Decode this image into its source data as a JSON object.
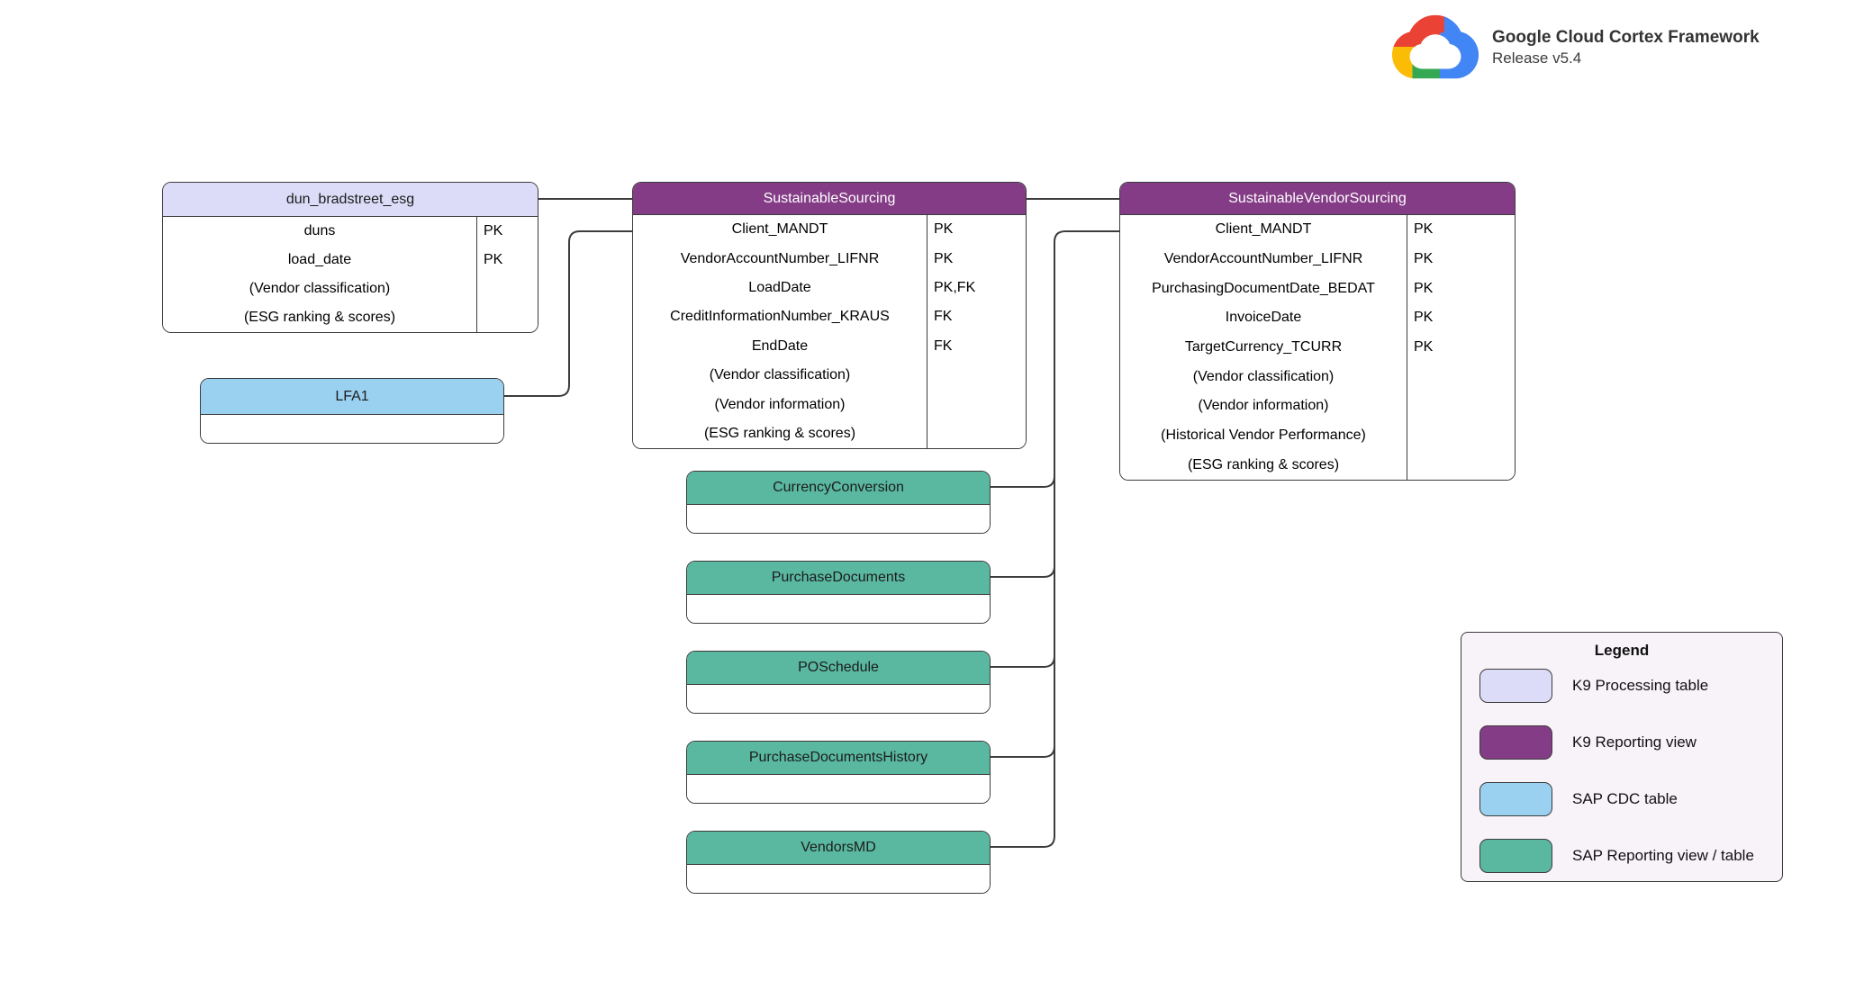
{
  "brand": {
    "title": "Google Cloud Cortex Framework",
    "subtitle": "Release v5.4"
  },
  "colors": {
    "k9_processing": "#dcdcf8",
    "k9_reporting": "#843c86",
    "sap_cdc": "#9ad1f0",
    "sap_reporting": "#5ab8a0",
    "connector": "#3c3c3c",
    "legend_background": "#f8f2f9"
  },
  "tables": [
    {
      "name": "dun_bradstreet_esg",
      "type": "k9_processing",
      "rows": [
        {
          "name": "duns",
          "key": "PK"
        },
        {
          "name": "load_date",
          "key": "PK"
        },
        {
          "name": "(Vendor classification)",
          "key": ""
        },
        {
          "name": "(ESG ranking & scores)",
          "key": ""
        }
      ]
    },
    {
      "name": "SustainableSourcing",
      "type": "k9_reporting",
      "rows": [
        {
          "name": "Client_MANDT",
          "key": "PK"
        },
        {
          "name": "VendorAccountNumber_LIFNR",
          "key": "PK"
        },
        {
          "name": "LoadDate",
          "key": "PK,FK"
        },
        {
          "name": "CreditInformationNumber_KRAUS",
          "key": "FK"
        },
        {
          "name": "EndDate",
          "key": "FK"
        },
        {
          "name": "(Vendor classification)",
          "key": ""
        },
        {
          "name": "(Vendor information)",
          "key": ""
        },
        {
          "name": "(ESG ranking & scores)",
          "key": ""
        }
      ]
    },
    {
      "name": "SustainableVendorSourcing",
      "type": "k9_reporting",
      "rows": [
        {
          "name": "Client_MANDT",
          "key": "PK"
        },
        {
          "name": "VendorAccountNumber_LIFNR",
          "key": "PK"
        },
        {
          "name": "PurchasingDocumentDate_BEDAT",
          "key": "PK"
        },
        {
          "name": "InvoiceDate",
          "key": "PK"
        },
        {
          "name": "TargetCurrency_TCURR",
          "key": "PK"
        },
        {
          "name": "(Vendor classification)",
          "key": ""
        },
        {
          "name": "(Vendor information)",
          "key": ""
        },
        {
          "name": "(Historical Vendor Performance)",
          "key": ""
        },
        {
          "name": "(ESG ranking & scores)",
          "key": ""
        }
      ]
    },
    {
      "name": "LFA1",
      "type": "sap_cdc",
      "rows": []
    },
    {
      "name": "CurrencyConversion",
      "type": "sap_reporting",
      "rows": []
    },
    {
      "name": "PurchaseDocuments",
      "type": "sap_reporting",
      "rows": []
    },
    {
      "name": "POSchedule",
      "type": "sap_reporting",
      "rows": []
    },
    {
      "name": "PurchaseDocumentsHistory",
      "type": "sap_reporting",
      "rows": []
    },
    {
      "name": "VendorsMD",
      "type": "sap_reporting",
      "rows": []
    }
  ],
  "legend": {
    "title": "Legend",
    "items": [
      {
        "label": "K9 Processing table",
        "color": "#dcdcf8"
      },
      {
        "label": "K9 Reporting view",
        "color": "#843c86"
      },
      {
        "label": "SAP CDC table",
        "color": "#9ad1f0"
      },
      {
        "label": "SAP Reporting view / table",
        "color": "#5ab8a0"
      }
    ]
  }
}
